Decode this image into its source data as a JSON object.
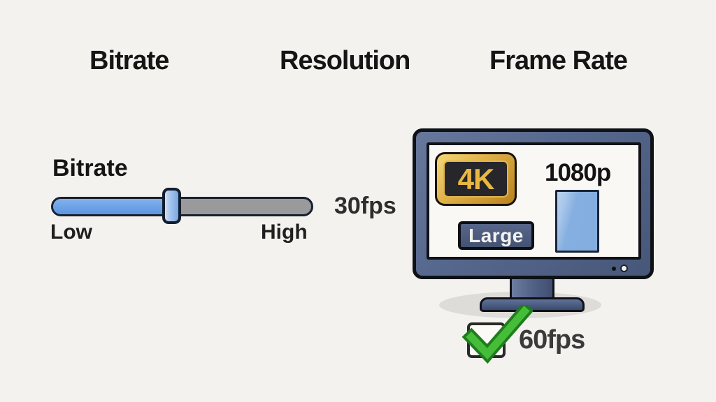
{
  "headers": {
    "col1": "Bitrate",
    "col2": "Resolution",
    "col3": "Frame Rate"
  },
  "bitrate_section": {
    "label": "Bitrate",
    "low_label": "Low",
    "high_label": "High",
    "slider_value_percent": 47
  },
  "resolution_section": {
    "badge_label": "4K",
    "resolution_label": "1080p",
    "size_button_label": "Large"
  },
  "frame_rate_section": {
    "fps_30_label": "30fps",
    "fps_60_label": "60fps",
    "fps_60_checked": true
  },
  "colors": {
    "background": "#f4f2ee",
    "text_dark": "#1c1c1c",
    "slider_blue": "#6ba2e8",
    "slider_gray": "#9a999b",
    "outline_navy": "#17202e",
    "monitor_bezel_blue": "#55658a",
    "badge_gold": "#ddae45",
    "badge_inner_dark": "#27262a",
    "large_button_blue": "#4c5b7c",
    "rect_1080p_blue": "#85afe0",
    "check_green": "#44bd38"
  }
}
